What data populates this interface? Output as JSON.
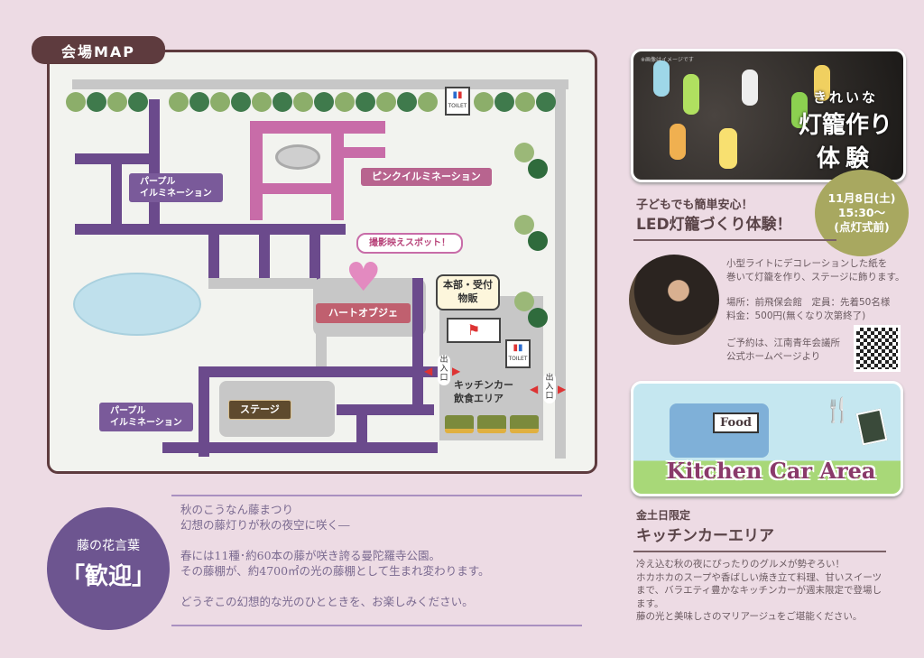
{
  "map": {
    "title": "会場MAP",
    "labels": {
      "purple_illumination_top": "パープル\nイルミネーション",
      "pink_illumination": "ピンクイルミネーション",
      "photo_spot": "撮影映えスポット！",
      "heart_object": "ハートオブジェ",
      "hq": "本部・受付\n物販",
      "stage": "ステージ",
      "purple_illumination_bottom": "パープル\nイルミネーション",
      "kitchen_area": "キッチンカー\n飲食エリア",
      "exit": "出\n入\n口",
      "toilet": "TOILET"
    }
  },
  "lantern": {
    "photo_note": "※画像はイメージです",
    "photo_title_small": "きれいな",
    "photo_title_1": "灯籠作り",
    "photo_title_2": "体験",
    "subtitle": "子どもでも簡単安心！",
    "title": "LED灯籠づくり体験！",
    "date": "11月8日(土)",
    "time": "15:30〜",
    "time_note": "(点灯式前)",
    "desc": "小型ライトにデコレーションした紙を\n巻いて灯籠を作り、ステージに飾ります。",
    "place": "場所：前飛保会館　定員：先着50名様",
    "fee": "料金：500円(無くなり次第終了)",
    "reserve": "ご予約は、江南青年会議所\n公式ホームページより"
  },
  "kitchen": {
    "banner_food": "Food",
    "banner_title": "Kitchen Car Area",
    "subtitle": "金土日限定",
    "title": "キッチンカーエリア",
    "desc": "冷え込む秋の夜にぴったりのグルメが勢ぞろい！\nホカホカのスープや香ばしい焼き立て料理、甘いスイーツまで、バラエティ豊かなキッチンカーが週末限定で登場します。\n藤の光と美味しさのマリアージュをご堪能ください。"
  },
  "intro": {
    "badge_small": "藤の花言葉",
    "badge_big": "「歓迎」",
    "line1": "秋のこうなん藤まつり",
    "line2": "幻想の藤灯りが秋の夜空に咲く―",
    "line3": "春には11種･約60本の藤が咲き誇る曼陀羅寺公園。",
    "line4": "その藤棚が、約4700㎡の光の藤棚として生まれ変わります。",
    "line5": "どうぞこの幻想的な光のひとときを、お楽しみください。"
  },
  "colors": {
    "purple": "#6b4a8c",
    "pink": "#c86ca8",
    "brown": "#5e3b3e",
    "olive": "#a8a860"
  }
}
